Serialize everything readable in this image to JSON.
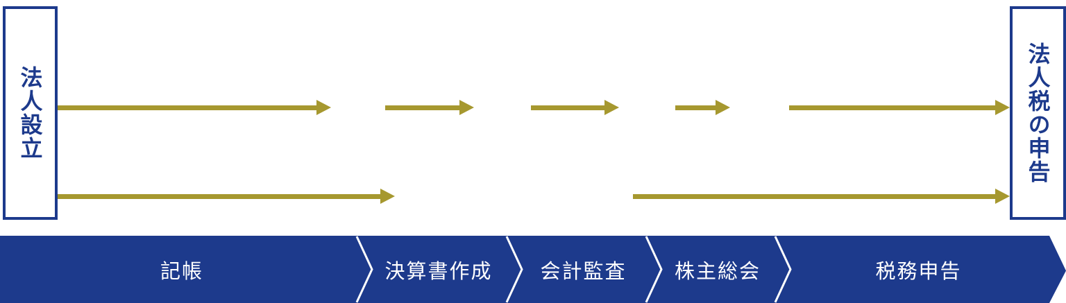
{
  "colors": {
    "brand_blue": "#1d3a8c",
    "arrow_gold": "#a6982f",
    "banner_text": "#ffffff",
    "background": "#ffffff"
  },
  "start_box": {
    "label": "法人設立"
  },
  "end_box": {
    "label": "法人税の申告"
  },
  "flow_arrows": {
    "direction": "left-to-right",
    "top_row_count": 5,
    "bottom_row_count": 2
  },
  "banner": {
    "stages": [
      {
        "label": "記帳"
      },
      {
        "label": "決算書作成"
      },
      {
        "label": "会計監査"
      },
      {
        "label": "株主総会"
      },
      {
        "label": "税務申告"
      }
    ]
  }
}
